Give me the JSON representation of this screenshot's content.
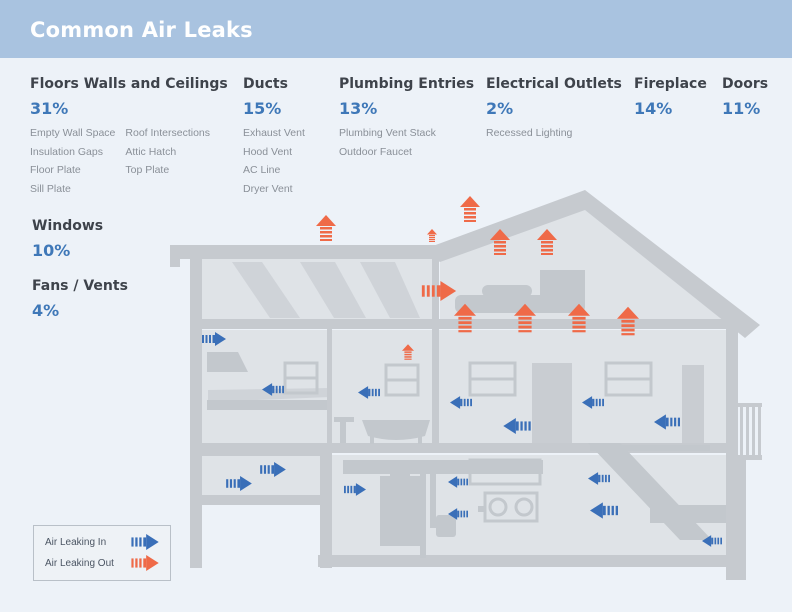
{
  "title": "Common Air Leaks",
  "categories": [
    {
      "name": "Floors Walls and Ceilings",
      "percent": "31%",
      "items_col1": [
        "Empty Wall Space",
        "Insulation Gaps",
        "Floor Plate",
        "Sill Plate"
      ],
      "items_col2": [
        "Roof Intersections",
        "Attic Hatch",
        "Top Plate"
      ]
    },
    {
      "name": "Ducts",
      "percent": "15%",
      "items_col1": [
        "Exhaust Vent",
        "Hood Vent",
        "AC Line",
        "Dryer Vent"
      ]
    },
    {
      "name": "Plumbing Entries",
      "percent": "13%",
      "items_col1": [
        "Plumbing Vent Stack",
        "Outdoor Faucet"
      ]
    },
    {
      "name": "Electrical Outlets",
      "percent": "2%",
      "items_col1": [
        "Recessed Lighting"
      ]
    },
    {
      "name": "Fireplace",
      "percent": "14%"
    },
    {
      "name": "Doors",
      "percent": "11%"
    },
    {
      "name": "Windows",
      "percent": "10%"
    },
    {
      "name": "Fans / Vents",
      "percent": "4%"
    }
  ],
  "legend": {
    "in_label": "Air Leaking In",
    "out_label": "Air Leaking Out",
    "in_color": "#3a6fb8",
    "out_color": "#ef6a48"
  },
  "colors": {
    "header_bg": "#a9c3e0",
    "page_bg": "#edf2f8",
    "house_structure": "#c6cacf",
    "house_interior": "#dfe3e7",
    "percent_text": "#3f78b8"
  }
}
